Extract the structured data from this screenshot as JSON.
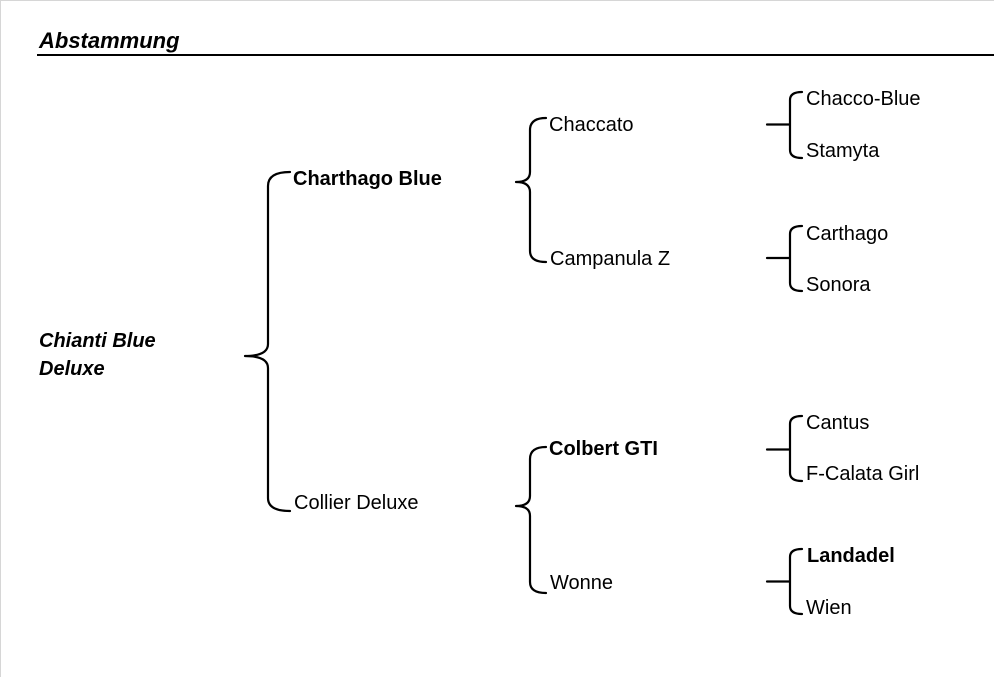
{
  "title": "Abstammung",
  "pedigree": {
    "subject": {
      "name": "Chianti Blue Deluxe",
      "display_lines": {
        "0": "Chianti Blue",
        "1": "Deluxe"
      }
    },
    "sire": {
      "name": "Charthago Blue",
      "sire": {
        "name": "Chaccato",
        "sire": {
          "name": "Chacco-Blue"
        },
        "dam": {
          "name": "Stamyta"
        }
      },
      "dam": {
        "name": "Campanula Z",
        "sire": {
          "name": "Carthago"
        },
        "dam": {
          "name": "Sonora"
        }
      }
    },
    "dam": {
      "name": "Collier Deluxe",
      "sire": {
        "name": "Colbert GTI",
        "sire": {
          "name": "Cantus"
        },
        "dam": {
          "name": "F-Calata Girl"
        }
      },
      "dam": {
        "name": "Wonne",
        "sire": {
          "name": "Landadel"
        },
        "dam": {
          "name": "Wien"
        }
      }
    }
  },
  "colors": {
    "line": "#000000",
    "background": "#ffffff",
    "frame_border": "#d6d6d6"
  }
}
